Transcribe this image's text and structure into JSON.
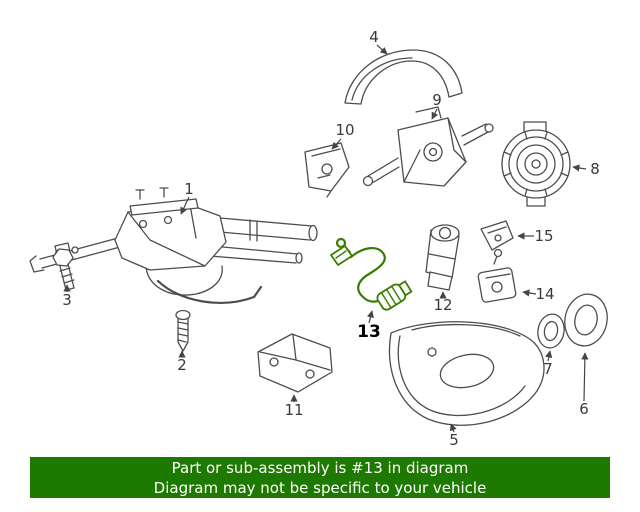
{
  "scene": {
    "type": "exploded-parts-diagram",
    "background_color": "#ffffff",
    "line_color": "#4d4d4d"
  },
  "highlight": {
    "selected_part": "13",
    "color": "#3a7d00"
  },
  "callouts": [
    {
      "label": "1"
    },
    {
      "label": "2"
    },
    {
      "label": "3"
    },
    {
      "label": "4"
    },
    {
      "label": "5"
    },
    {
      "label": "6"
    },
    {
      "label": "7"
    },
    {
      "label": "8"
    },
    {
      "label": "9"
    },
    {
      "label": "10"
    },
    {
      "label": "11"
    },
    {
      "label": "12"
    },
    {
      "label": "13",
      "highlighted": true
    },
    {
      "label": "14"
    },
    {
      "label": "15"
    }
  ],
  "banner": {
    "line1": "Part or sub-assembly is #13 in diagram",
    "line2": "Diagram may not be specific to your vehicle",
    "background_color": "#1e7900",
    "text_color": "#ffffff"
  }
}
